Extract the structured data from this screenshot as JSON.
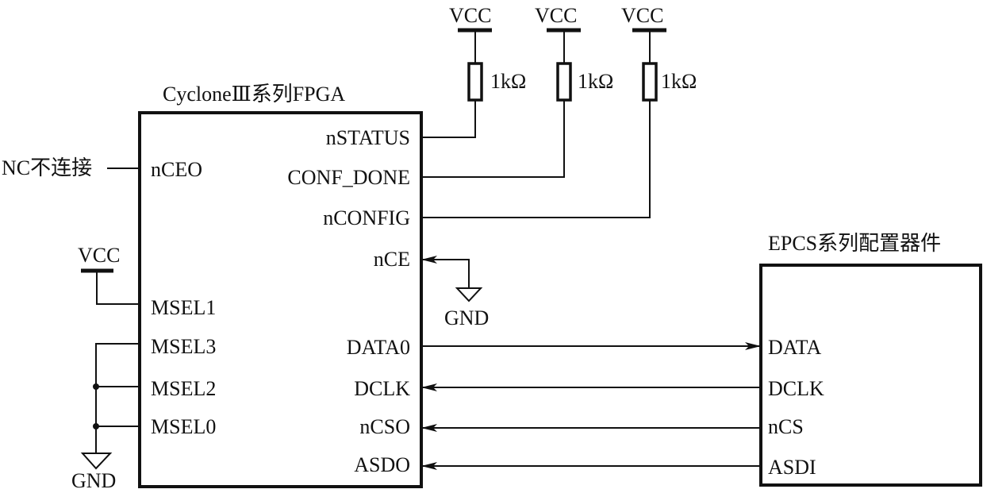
{
  "fpga": {
    "title": "CycloneⅢ系列FPGA",
    "left_pins": {
      "nceo": "nCEO",
      "msel1": "MSEL1",
      "msel3": "MSEL3",
      "msel2": "MSEL2",
      "msel0": "MSEL0"
    },
    "right_pins": {
      "nstatus": "nSTATUS",
      "conf_done": "CONF_DONE",
      "nconfig": "nCONFIG",
      "nce": "nCE",
      "data0": "DATA0",
      "dclk": "DCLK",
      "ncso": "nCSO",
      "asdo": "ASDO"
    }
  },
  "epcs": {
    "title": "EPCS系列配置器件",
    "pins": {
      "data": "DATA",
      "dclk": "DCLK",
      "ncs": "nCS",
      "asdi": "ASDI"
    }
  },
  "power": {
    "vcc": "VCC",
    "gnd": "GND"
  },
  "resistors": [
    "1kΩ",
    "1kΩ",
    "1kΩ"
  ],
  "annotations": {
    "nc": "NC不连接"
  }
}
